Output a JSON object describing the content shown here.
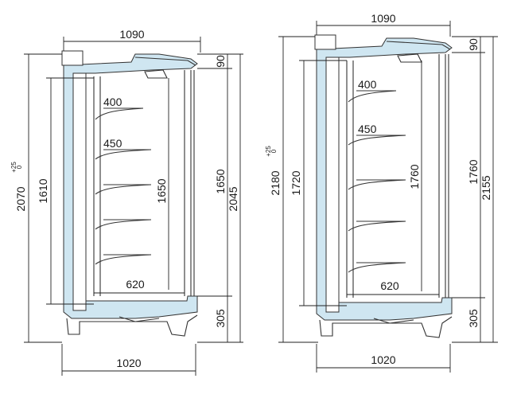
{
  "colors": {
    "insulation": "#cfe6f1",
    "line": "#222222",
    "background": "#ffffff"
  },
  "left": {
    "top_width": "1090",
    "bottom_width": "1020",
    "shelf_depths": [
      "400",
      "450"
    ],
    "base_shelf_depth": "620",
    "total_height": "2070",
    "tolerance_upper": "+25",
    "tolerance_lower": "0",
    "inner_height_left": "1610",
    "inner_height_center": "1650",
    "opening_height": "1650",
    "overall_height_right": "2045",
    "canopy_height": "90",
    "base_height": "305"
  },
  "right": {
    "top_width": "1090",
    "bottom_width": "1020",
    "shelf_depths": [
      "400",
      "450"
    ],
    "base_shelf_depth": "620",
    "total_height": "2180",
    "tolerance_upper": "+25",
    "tolerance_lower": "0",
    "inner_height_left": "1720",
    "inner_height_center": "1760",
    "opening_height": "1760",
    "overall_height_right": "2155",
    "canopy_height": "90",
    "base_height": "305"
  }
}
